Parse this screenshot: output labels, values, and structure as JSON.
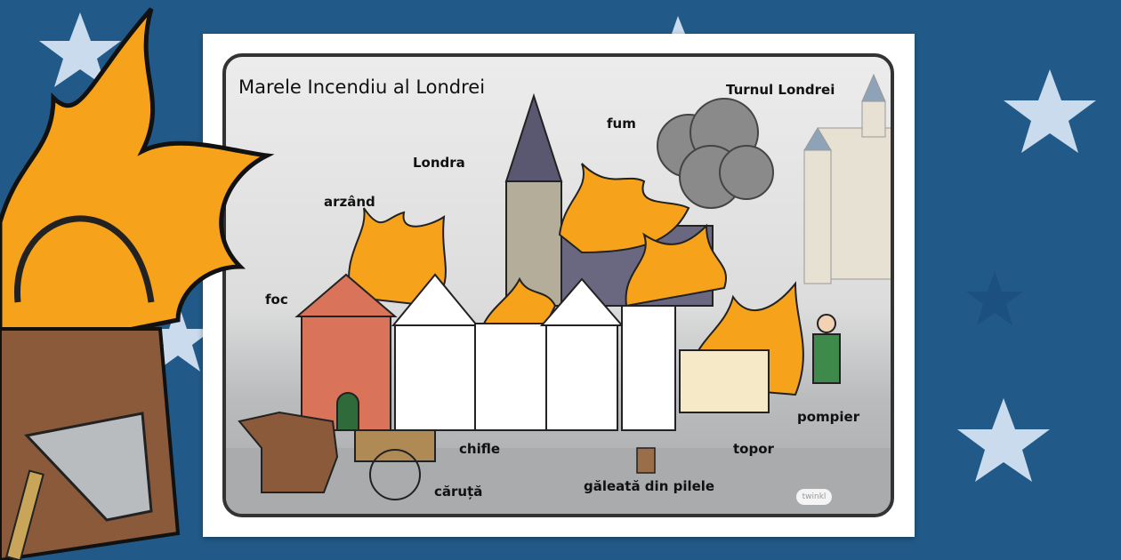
{
  "colors": {
    "background": "#215a88",
    "star": "#c9dbec",
    "flame": "#f7a21b",
    "panel_border": "#333333"
  },
  "title": "Marele Incendiu al Londrei",
  "labels": {
    "tower": "Turnul Londrei",
    "smoke": "fum",
    "london": "Londra",
    "burning": "arzând",
    "fire": "foc",
    "firefighter": "pompier",
    "buns": "chifle",
    "axe": "topor",
    "cart": "căruță",
    "bucket": "găleată din pilele"
  },
  "logo": {
    "text": "twinkl",
    "url": "www.twinkl.co.uk"
  }
}
